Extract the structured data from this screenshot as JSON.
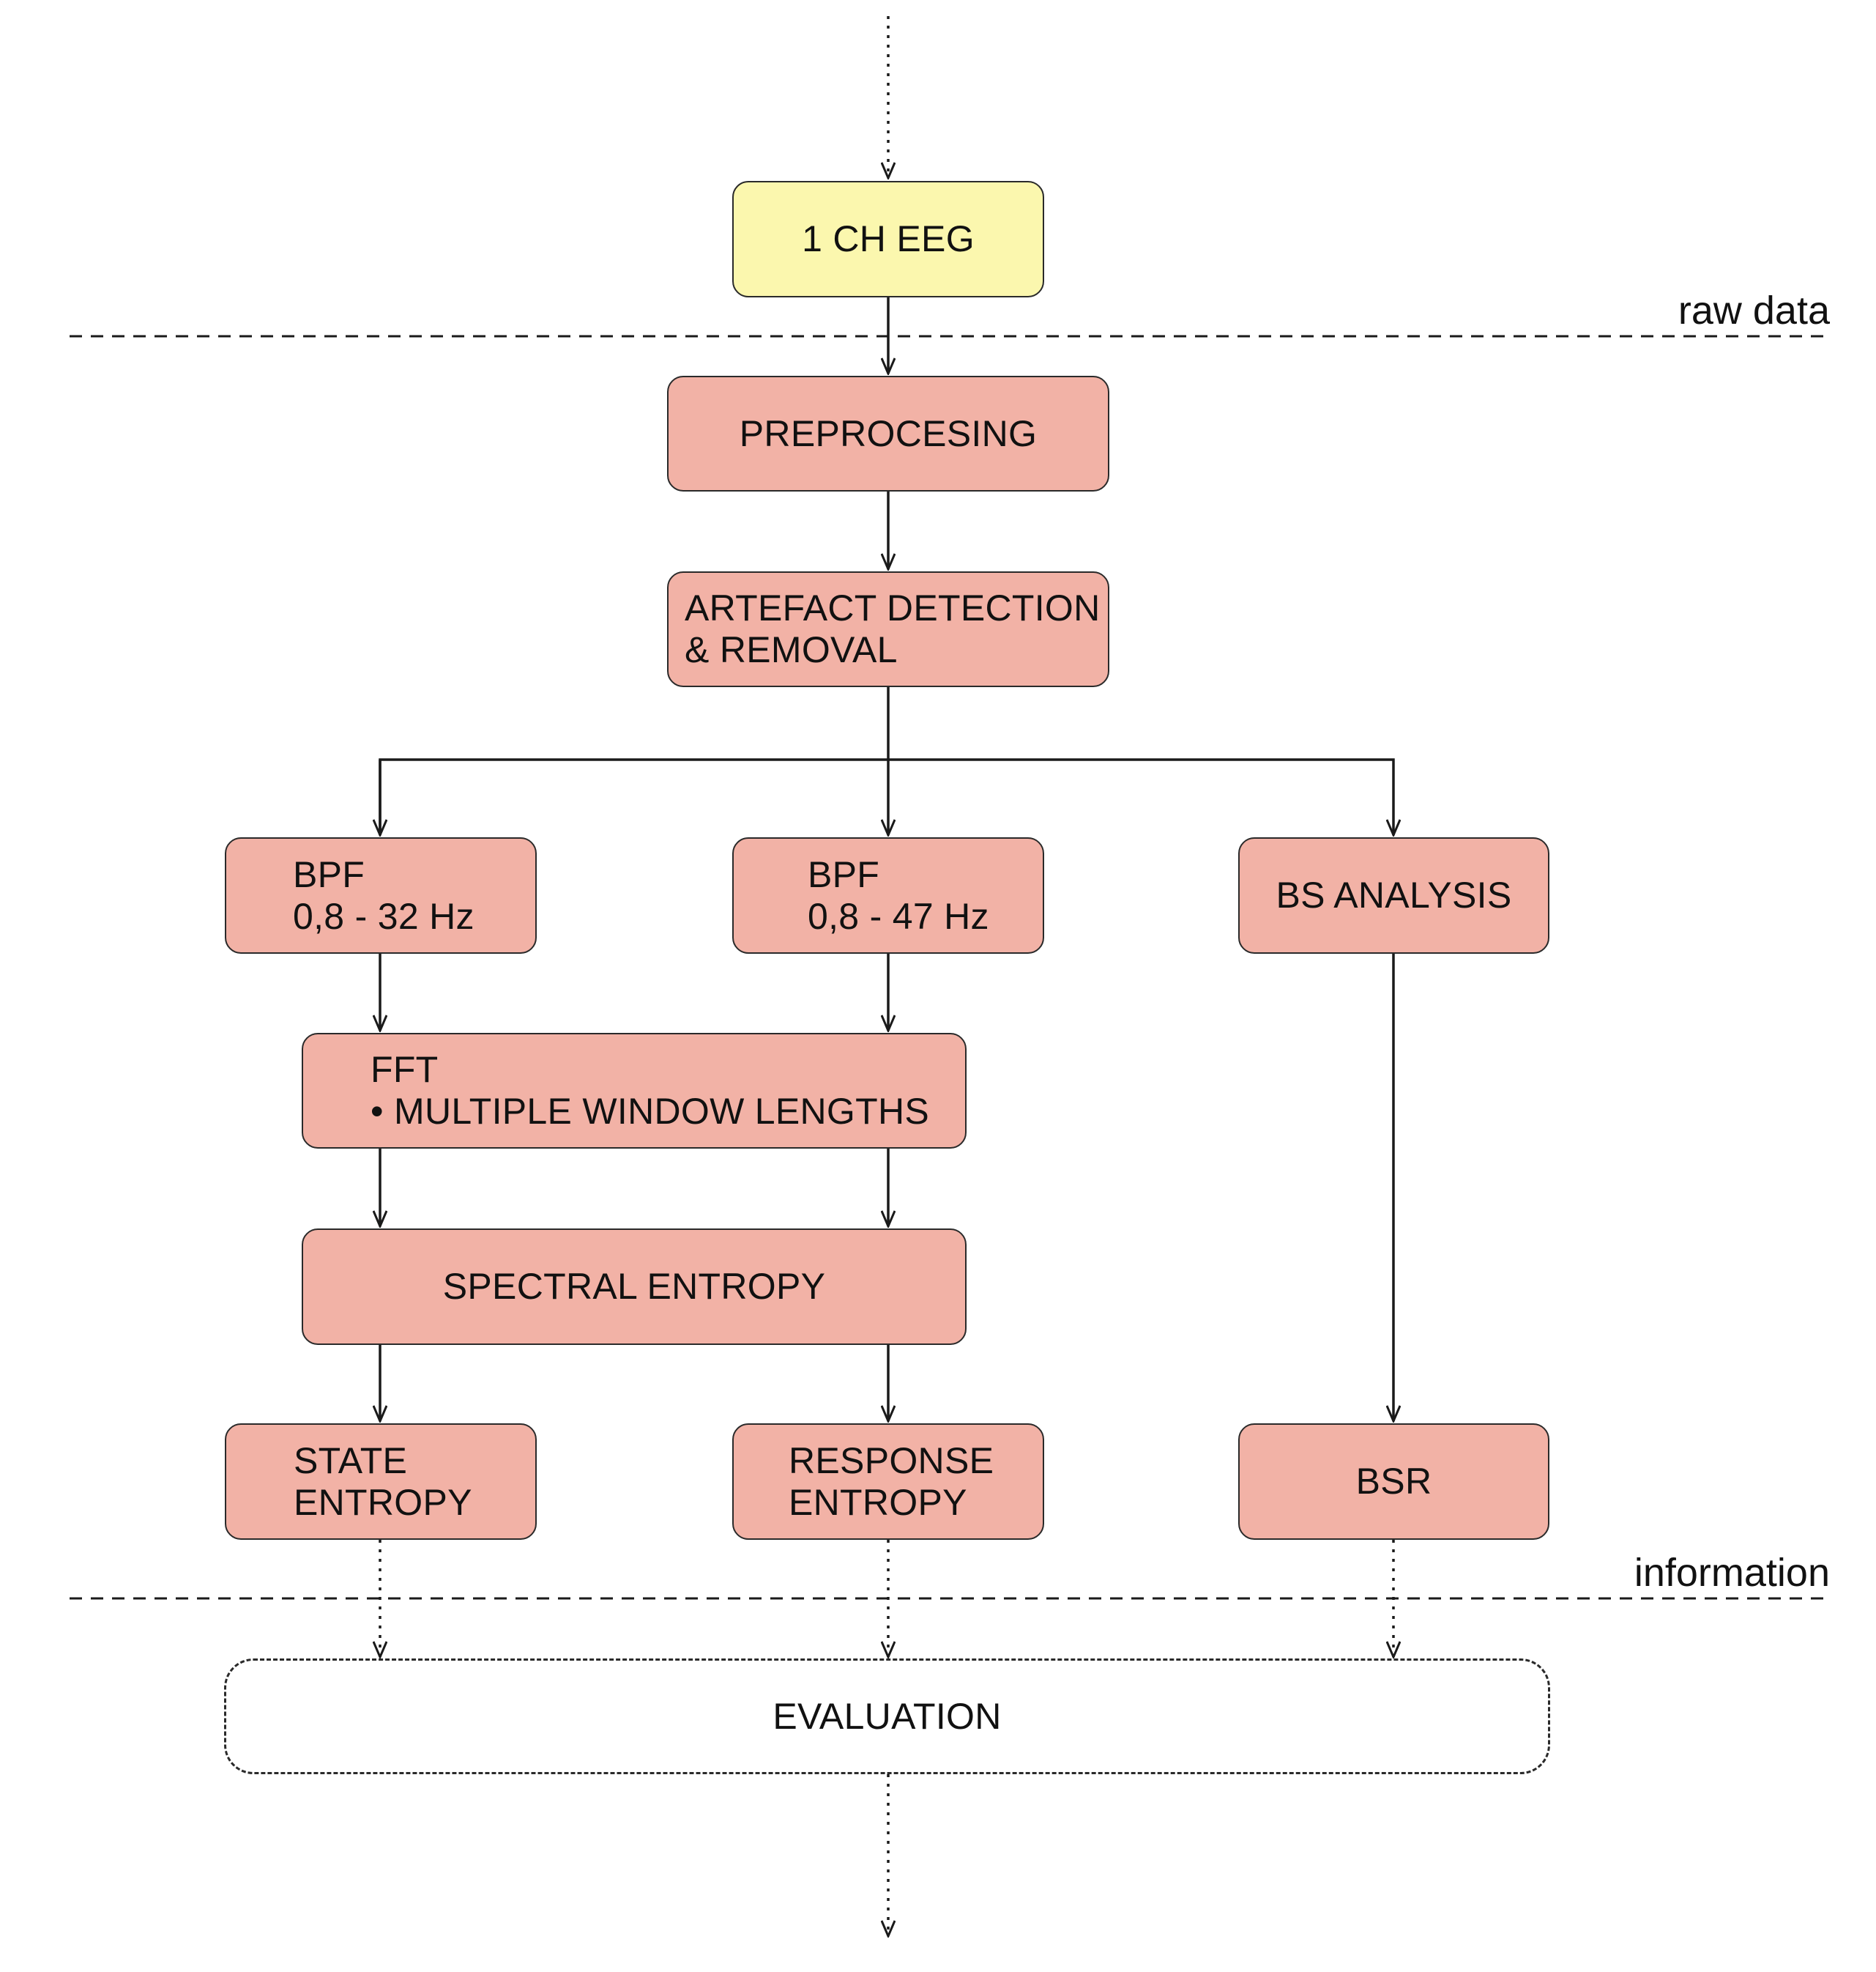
{
  "nodes": {
    "eeg": {
      "lines": [
        "1 CH EEG"
      ]
    },
    "preprocessing": {
      "lines": [
        "PREPROCESING"
      ]
    },
    "artefact": {
      "lines": [
        "ARTEFACT DETECTION",
        "& REMOVAL"
      ]
    },
    "bpf32": {
      "lines": [
        "BPF",
        "0,8 - 32 Hz"
      ]
    },
    "bpf47": {
      "lines": [
        "BPF",
        "0,8 - 47 Hz"
      ]
    },
    "bs_analysis": {
      "lines": [
        "BS ANALYSIS"
      ]
    },
    "fft": {
      "lines": [
        "FFT",
        "• MULTIPLE WINDOW LENGTHS"
      ]
    },
    "spectral": {
      "lines": [
        "SPECTRAL ENTROPY"
      ]
    },
    "state": {
      "lines": [
        "STATE",
        "ENTROPY"
      ]
    },
    "response": {
      "lines": [
        "RESPONSE",
        "ENTROPY"
      ]
    },
    "bsr": {
      "lines": [
        "BSR"
      ]
    },
    "evaluation": {
      "lines": [
        "EVALUATION"
      ]
    }
  },
  "zones": {
    "raw_data": "raw data",
    "information": "information"
  },
  "colors": {
    "process_box": "#f2b2a6",
    "input_box": "#fbf7ae",
    "stroke": "#1a1a1a"
  }
}
